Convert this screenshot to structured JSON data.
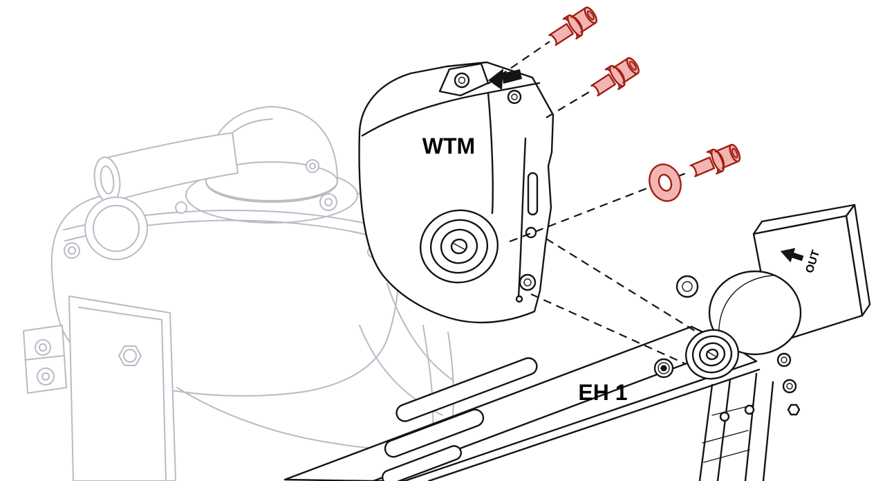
{
  "labels": {
    "module": "WTM",
    "bracket": "EH 1",
    "port": "OUT"
  },
  "highlight_colors": {
    "fastener_fill": "#f2b6b2",
    "fastener_stroke": "#a01c12"
  },
  "line_colors": {
    "background_part": "#b7bbc4",
    "foreground_part": "#141414"
  },
  "fasteners": {
    "screw_count": 3,
    "washer_count": 1
  }
}
